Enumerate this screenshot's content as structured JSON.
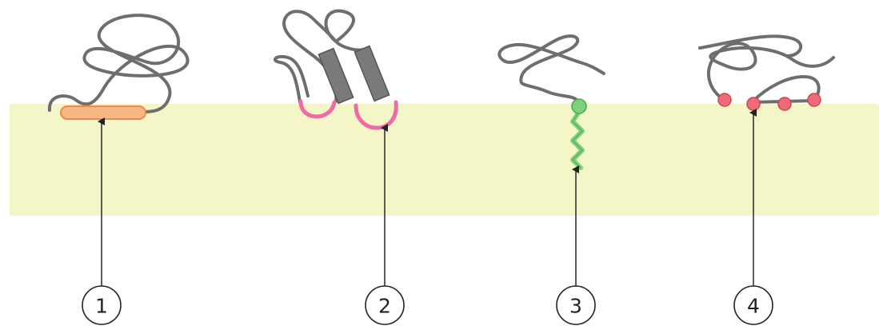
{
  "colors": {
    "membrane": "#f4f6c8",
    "chain": "#6e6e6e",
    "amphipathic_helix": "#f9b784",
    "hydrophobic_loop": "#f06aa8",
    "lipid_anchor": "#7fd07a",
    "charged_residues": "#f06a78",
    "arrow": "#333333"
  },
  "markers": [
    {
      "id": "m1",
      "label": "1"
    },
    {
      "id": "m2",
      "label": "2"
    },
    {
      "id": "m3",
      "label": "3"
    },
    {
      "id": "m4",
      "label": "4"
    }
  ]
}
